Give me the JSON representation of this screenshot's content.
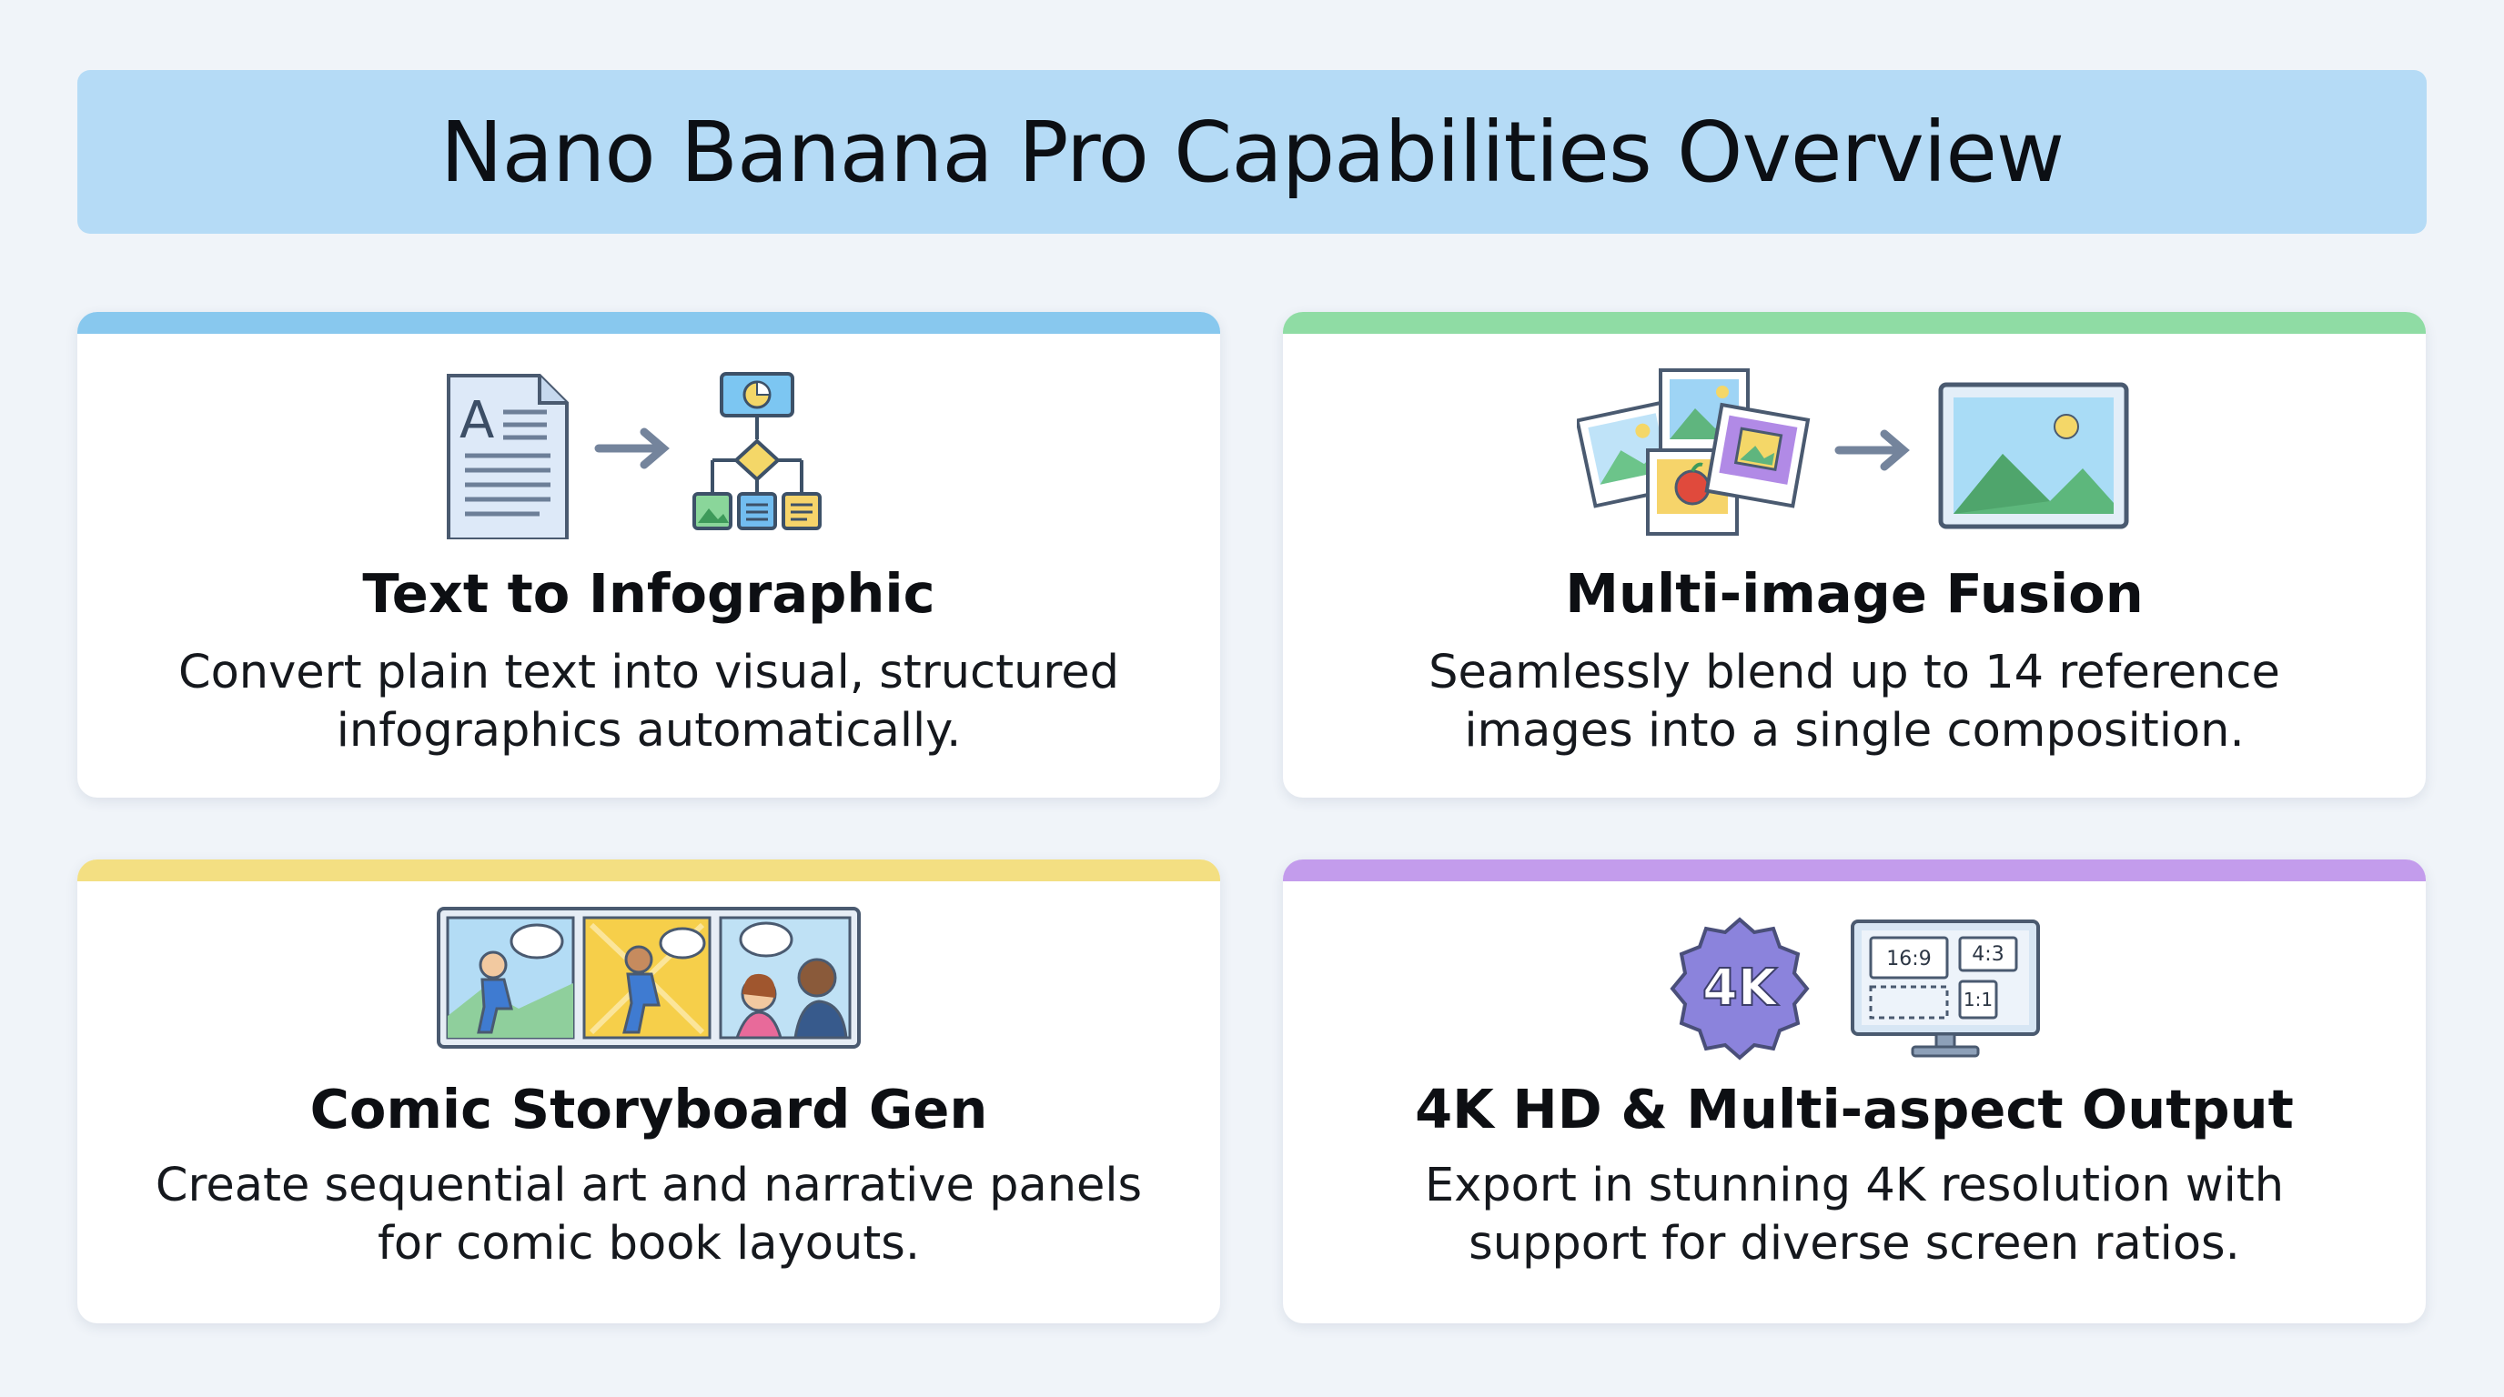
{
  "header": {
    "title": "Nano Banana Pro Capabilities Overview"
  },
  "colors": {
    "banner": "#b5dbf6",
    "accent_blue": "#88c8ee",
    "accent_green": "#8fdca4",
    "accent_yellow": "#f3df82",
    "accent_purple": "#c39cec"
  },
  "cards": [
    {
      "title": "Text to Infographic",
      "description": "Convert plain text into visual, structured infographics automatically.",
      "icon": "text-to-infographic-icon"
    },
    {
      "title": "Multi-image Fusion",
      "description": "Seamlessly blend up to 14 reference images into a single composition.",
      "icon": "multi-image-fusion-icon"
    },
    {
      "title": "Comic Storyboard Gen",
      "description": "Create sequential art and narrative panels for comic book layouts.",
      "icon": "comic-storyboard-icon"
    },
    {
      "title": "4K HD & Multi-aspect Output",
      "description": "Export in stunning 4K resolution with support for diverse screen ratios.",
      "icon": "4k-multi-aspect-icon",
      "badge": "4K",
      "ratios": [
        "16:9",
        "4:3",
        "1:1"
      ]
    }
  ]
}
